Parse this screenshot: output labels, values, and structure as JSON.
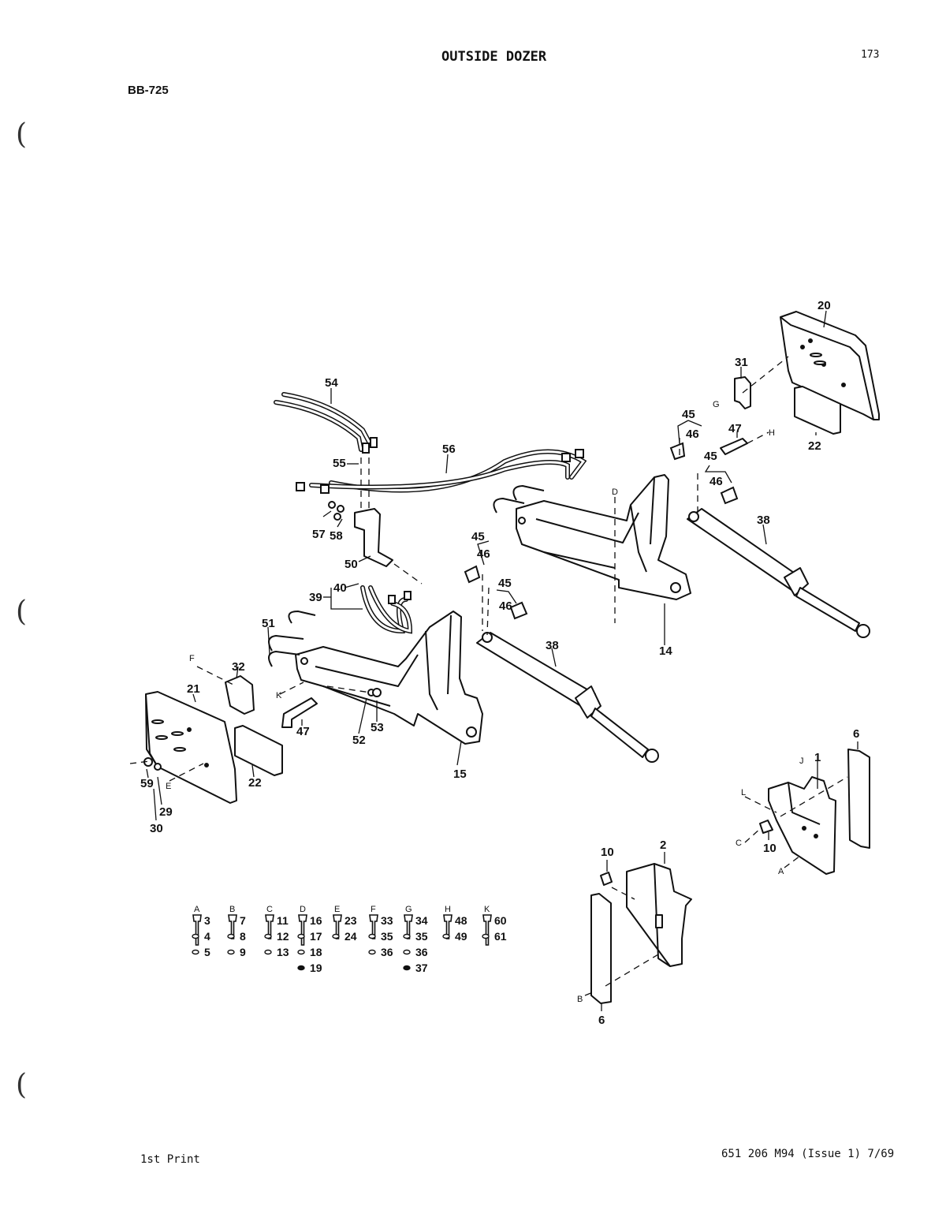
{
  "page": {
    "title": "OUTSIDE DOZER",
    "page_number": "173",
    "drawing_code": "BB-725",
    "footer_left": "1st Print",
    "footer_right": "651 206 M94 (Issue 1) 7/69",
    "punch_hole_glyph": "("
  },
  "callouts": {
    "c1": "1",
    "c2": "2",
    "c6a": "6",
    "c6b": "6",
    "c10a": "10",
    "c10b": "10",
    "c14": "14",
    "c15": "15",
    "c20": "20",
    "c21": "21",
    "c22a": "22",
    "c22b": "22",
    "c29": "29",
    "c30": "30",
    "c31": "31",
    "c32": "32",
    "c38a": "38",
    "c38b": "38",
    "c39": "39",
    "c40": "40",
    "c45a": "45",
    "c45b": "45",
    "c45c": "45",
    "c45d": "45",
    "c46a": "46",
    "c46b": "46",
    "c46c": "46",
    "c46d": "46",
    "c47a": "47",
    "c47b": "47",
    "c50": "50",
    "c51": "51",
    "c52": "52",
    "c53": "53",
    "c54": "54",
    "c55": "55",
    "c56": "56",
    "c57": "57",
    "c58": "58",
    "c59": "59"
  },
  "letters": {
    "a1": "A",
    "b1": "B",
    "c1": "C",
    "d1": "D",
    "e1": "E",
    "f1": "F",
    "g1": "G",
    "h1": "H",
    "k1": "K",
    "j1": "J",
    "l1": "L"
  },
  "hardware_groups": [
    {
      "key": "A",
      "items": [
        "3",
        "4",
        "5"
      ]
    },
    {
      "key": "B",
      "items": [
        "7",
        "8",
        "9"
      ]
    },
    {
      "key": "C",
      "items": [
        "11",
        "12",
        "13"
      ]
    },
    {
      "key": "D",
      "items": [
        "16",
        "17",
        "18",
        "19"
      ]
    },
    {
      "key": "E",
      "items": [
        "23",
        "24"
      ]
    },
    {
      "key": "F",
      "items": [
        "33",
        "35",
        "36"
      ]
    },
    {
      "key": "G",
      "items": [
        "34",
        "35",
        "36",
        "37"
      ]
    },
    {
      "key": "H",
      "items": [
        "48",
        "49"
      ]
    },
    {
      "key": "K",
      "items": [
        "60",
        "61"
      ]
    }
  ]
}
